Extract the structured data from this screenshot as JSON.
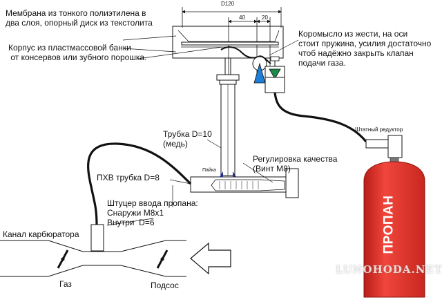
{
  "labels": {
    "membrane": "Мембрана из тонкого полиэтилена в\nдва слоя, опорный диск из текстолита",
    "housing": "Корпус из пластмассовой банки\n от консервов или зубного порошка.",
    "rocker": "Коромысло из жести, на оси\nстоит пружина, усилия достаточно\nчтоб надёжно закрыть клапан\nподачи газа.",
    "tube": "Трубка D=10\n(медь)",
    "quality": "Регулировка качества\n(Винт М8)",
    "pvc": "ПХВ трубка D=8",
    "fitting": "Штуцер ввода пропана:\nСнаружи М8х1\nВнутри  D=6",
    "carb": "Канал карбюратора",
    "gas": "Газ",
    "choke": "Подсос",
    "solder": "Пайка",
    "regulator": "Штатный редуктор"
  },
  "dimensions": {
    "d120": "D120",
    "d40": "40",
    "d20": "20"
  },
  "cylinder": {
    "text": "ПРОПАН",
    "color": "#e8332a"
  },
  "watermark": "LUNOHODA.NET",
  "colors": {
    "valve_blue": "#1e7fd6",
    "valve_green": "#1f8a4a",
    "line": "#111111"
  }
}
